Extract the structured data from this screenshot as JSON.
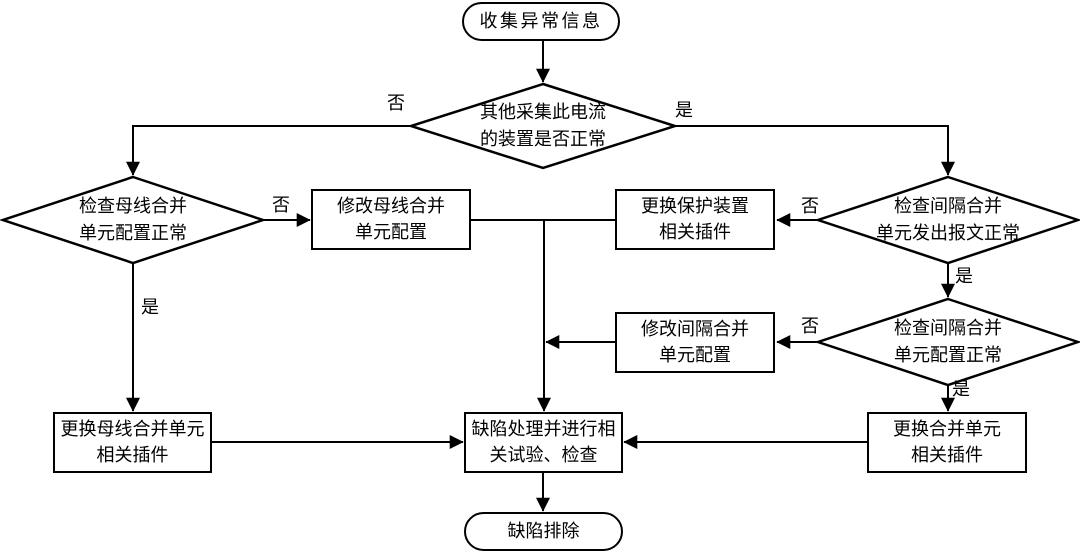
{
  "nodes": {
    "start": {
      "label": "收集异常信息"
    },
    "decision_other_devices": {
      "label": "其他采集此电流\n的装置是否正常"
    },
    "decision_bus_mu_config": {
      "label": "检查母线合并\n单元配置正常"
    },
    "decision_bay_mu_message": {
      "label": "检查间隔合并\n单元发出报文正常"
    },
    "decision_bay_mu_config": {
      "label": "检查间隔合并\n单元配置正常"
    },
    "process_modify_bus_mu_config": {
      "label": "修改母线合并\n单元配置"
    },
    "process_replace_protection_plugin": {
      "label": "更换保护装置\n相关插件"
    },
    "process_modify_bay_mu_config": {
      "label": "修改间隔合并\n单元配置"
    },
    "process_replace_bus_mu_plugin": {
      "label": "更换母线合并单元\n相关插件"
    },
    "process_defect_handling": {
      "label": "缺陷处理并进行相\n关试验、检查"
    },
    "process_replace_mu_plugin": {
      "label": "更换合并单元\n相关插件"
    },
    "end": {
      "label": "缺陷排除"
    }
  },
  "edge_labels": {
    "yes": "是",
    "no": "否"
  },
  "colors": {
    "line": "#000000",
    "background": "#ffffff",
    "text": "#000000"
  }
}
